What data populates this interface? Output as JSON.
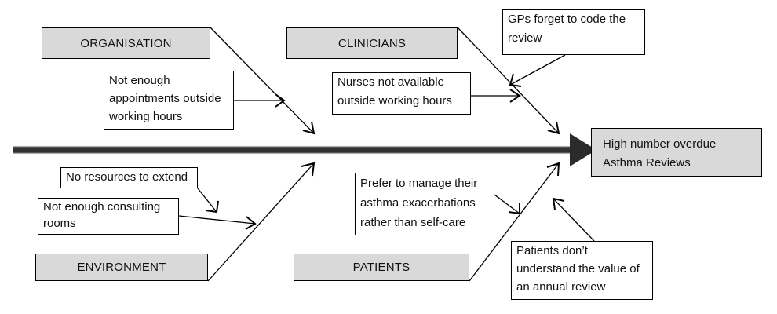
{
  "effect": {
    "lines": [
      "High number overdue",
      "Asthma Reviews"
    ]
  },
  "categories": {
    "organisation": "ORGANISATION",
    "clinicians": "CLINICIANS",
    "environment": "ENVIRONMENT",
    "patients": "PATIENTS"
  },
  "causes": {
    "appointments": [
      "Not enough",
      "appointments outside",
      "working hours"
    ],
    "nurses": [
      "Nurses not available",
      "outside working hours"
    ],
    "gps": [
      "GPs forget to code the",
      "review"
    ],
    "resources": [
      "No resources to extend"
    ],
    "rooms": [
      "Not enough consulting",
      "rooms"
    ],
    "exacerbations": [
      "Prefer to manage their",
      "asthma exacerbations",
      "rather than self-care"
    ],
    "value": [
      "Patients don’t",
      "understand the value of",
      "an annual review"
    ]
  }
}
